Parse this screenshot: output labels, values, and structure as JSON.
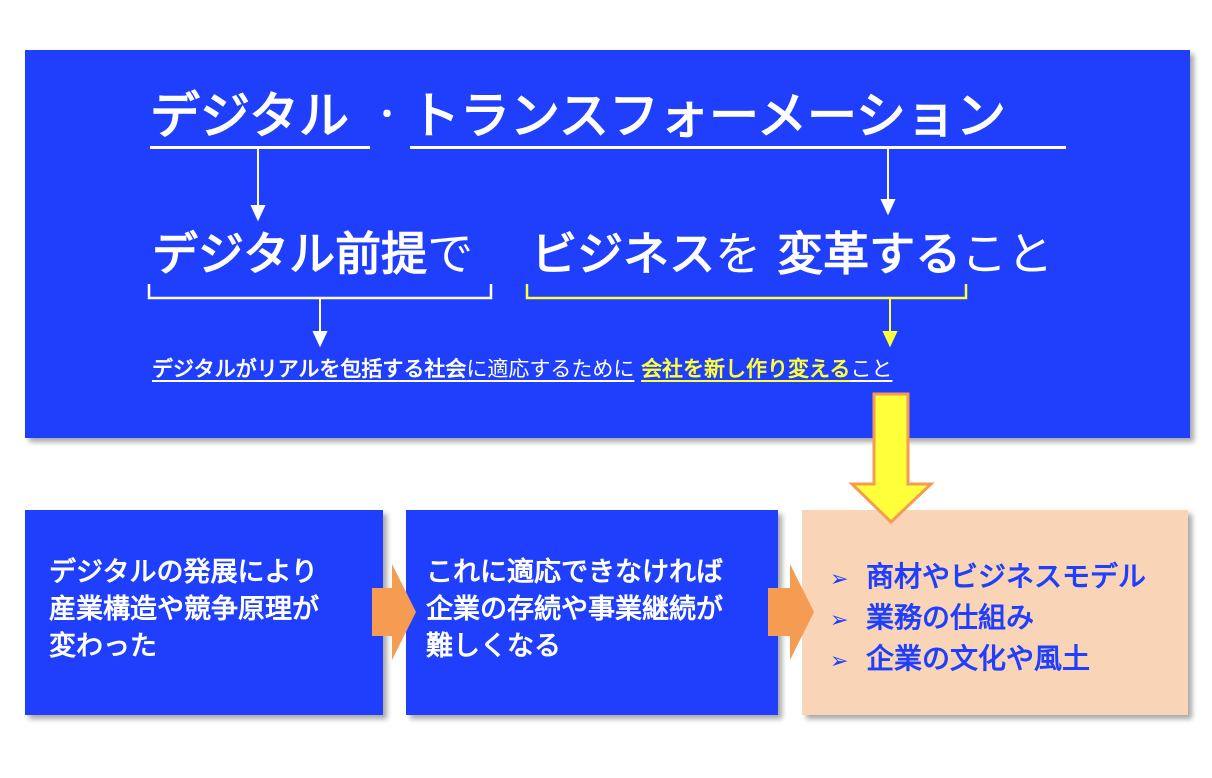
{
  "title": {
    "left": "デジタル",
    "dot": "・",
    "right": "トランスフォーメーション"
  },
  "definition": {
    "part1": "デジタル前提",
    "part2": "で",
    "part3": "ビジネス",
    "part4": "を",
    "part5": "変革する",
    "part6": "こと"
  },
  "explanation": {
    "part1": "デジタルがリアルを包括する社会",
    "part2": "に適応するために",
    "part3": "会社を新し作り変える",
    "part4": "こと"
  },
  "flow": [
    {
      "lines": [
        "デジタルの発展により",
        "産業構造や競争原理が",
        "変わった"
      ]
    },
    {
      "lines": [
        "これに適応できなければ",
        "企業の存続や事業継続が",
        "難しくなる"
      ]
    }
  ],
  "targets": {
    "bullet_icon": "arrowhead-bullet",
    "items": [
      "商材やビジネスモデル",
      "業務の仕組み",
      "企業の文化や風土"
    ]
  },
  "colors": {
    "blue": "#1f3ffd",
    "peach": "#f9d4b7",
    "yellow": "#ffff3a",
    "orange": "#f59b52"
  }
}
